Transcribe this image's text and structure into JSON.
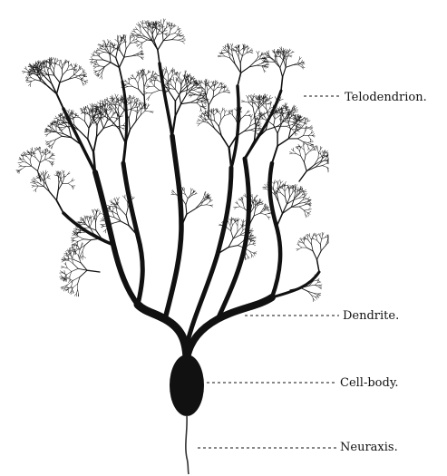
{
  "figure": {
    "ink_color": "#111111",
    "background": "#ffffff"
  },
  "labels": {
    "telodendrion": "Telodendrion.",
    "dendrite": "Dendrite.",
    "cell_body": "Cell-body.",
    "neuraxis": "Neuraxis."
  }
}
